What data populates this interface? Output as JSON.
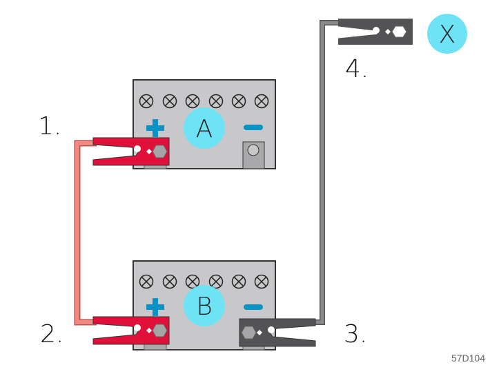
{
  "diagram": {
    "battery_a": {
      "label": "A",
      "plus": "+",
      "minus": "−"
    },
    "battery_b": {
      "label": "B",
      "plus": "+",
      "minus": "−"
    },
    "ground_point": {
      "label": "X"
    },
    "steps": [
      "1.",
      "2.",
      "3.",
      "4."
    ],
    "figure_code": "57D104",
    "colors": {
      "battery": "#c8c8ca",
      "label_circle": "#6fe3f6",
      "terminal_sign": "#0a93c4",
      "red_clamp": "#e0103a",
      "red_cable": "#f08a80",
      "black_clamp": "#535254",
      "black_cable": "#8a8a8c"
    }
  }
}
